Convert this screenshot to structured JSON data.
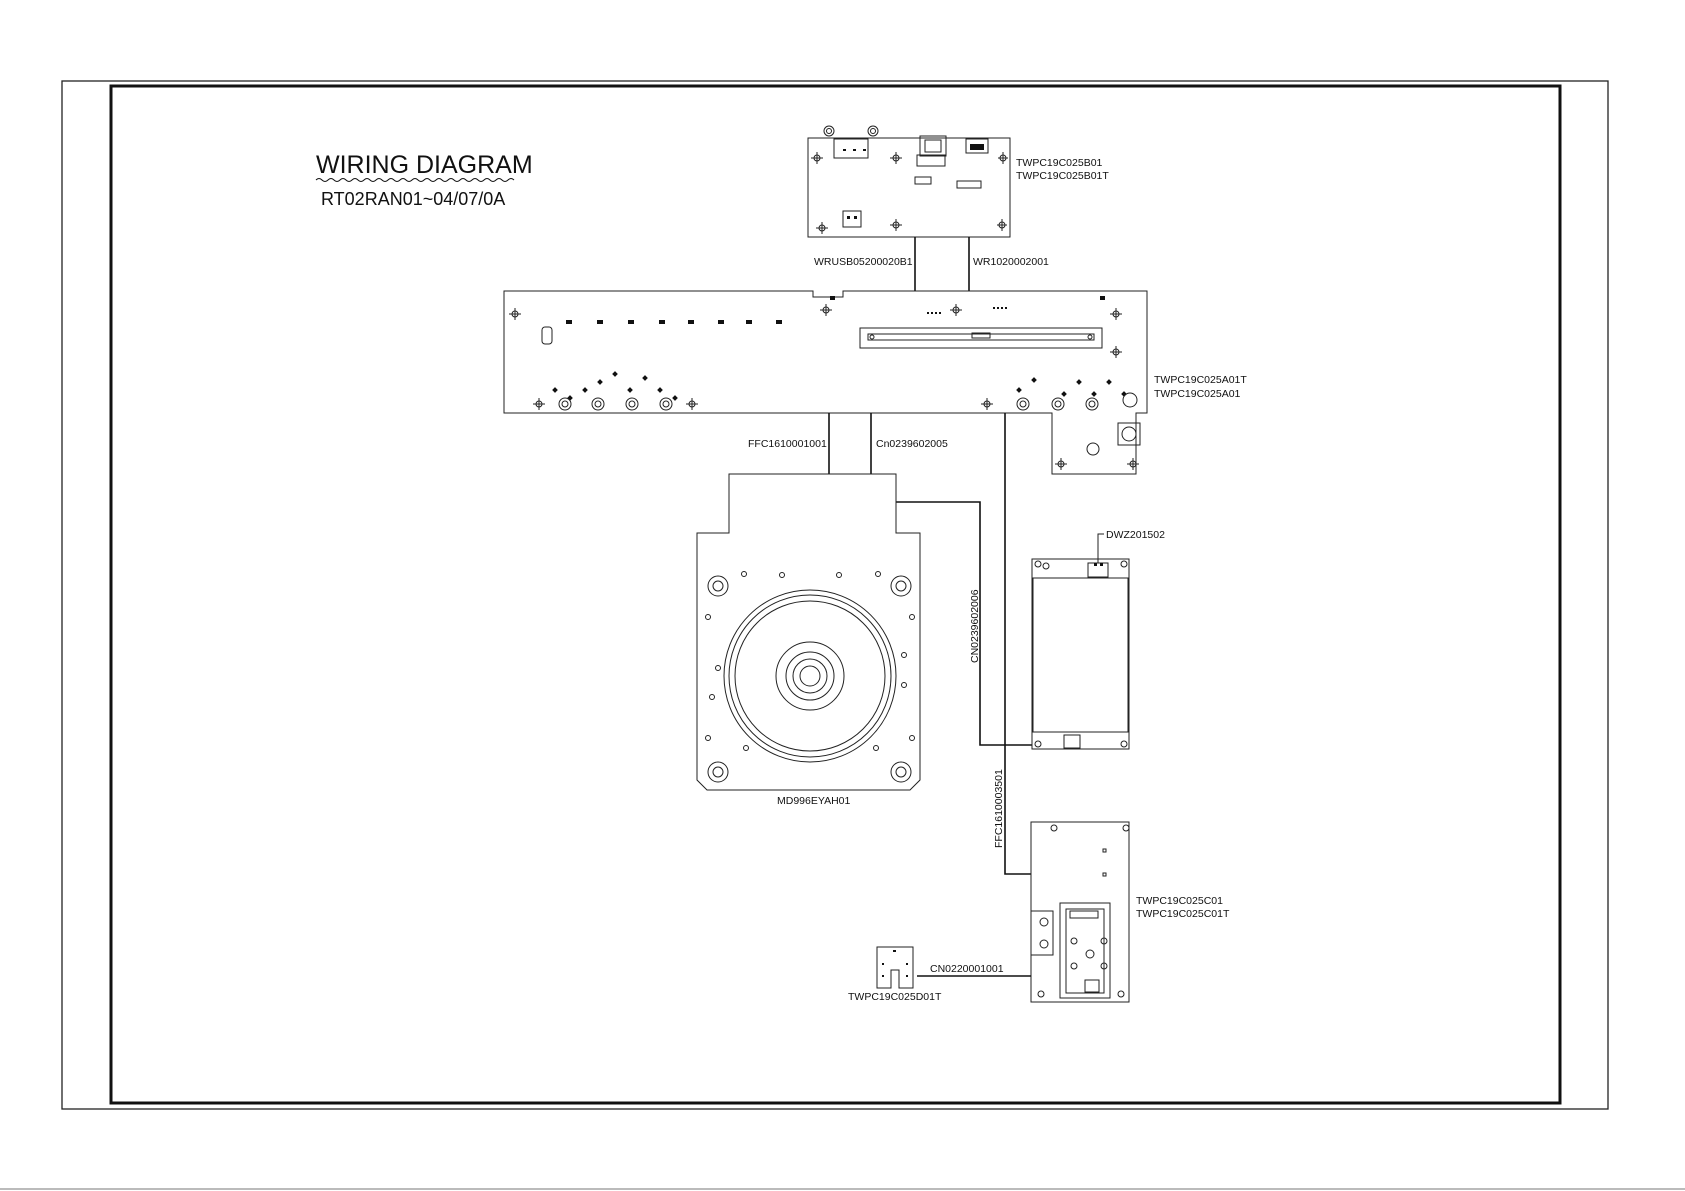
{
  "title": {
    "main": "WIRING DIAGRAM",
    "model": "RT02RAN01~04/07/0A"
  },
  "components": {
    "board_b": {
      "line1": "TWPC19C025B01",
      "line2": "TWPC19C025B01T"
    },
    "board_a": {
      "line1": "TWPC19C025A01T",
      "line2": "TWPC19C025A01"
    },
    "motor": {
      "label": "MD996EYAH01"
    },
    "dwz": {
      "label": "DWZ201502"
    },
    "board_c": {
      "line1": "TWPC19C025C01",
      "line2": "TWPC19C025C01T"
    },
    "board_d": {
      "label": "TWPC19C025D01T"
    }
  },
  "wires": {
    "usb": "WRUSB05200020B1",
    "wr": "WR1020002001",
    "ffc_motor": "FFC1610001001",
    "cn_motor": "Cn0239602005",
    "cn_dwz": "CN0239602006",
    "ffc_c": "FFC1610003501",
    "cn_d": "CN0220001001"
  }
}
